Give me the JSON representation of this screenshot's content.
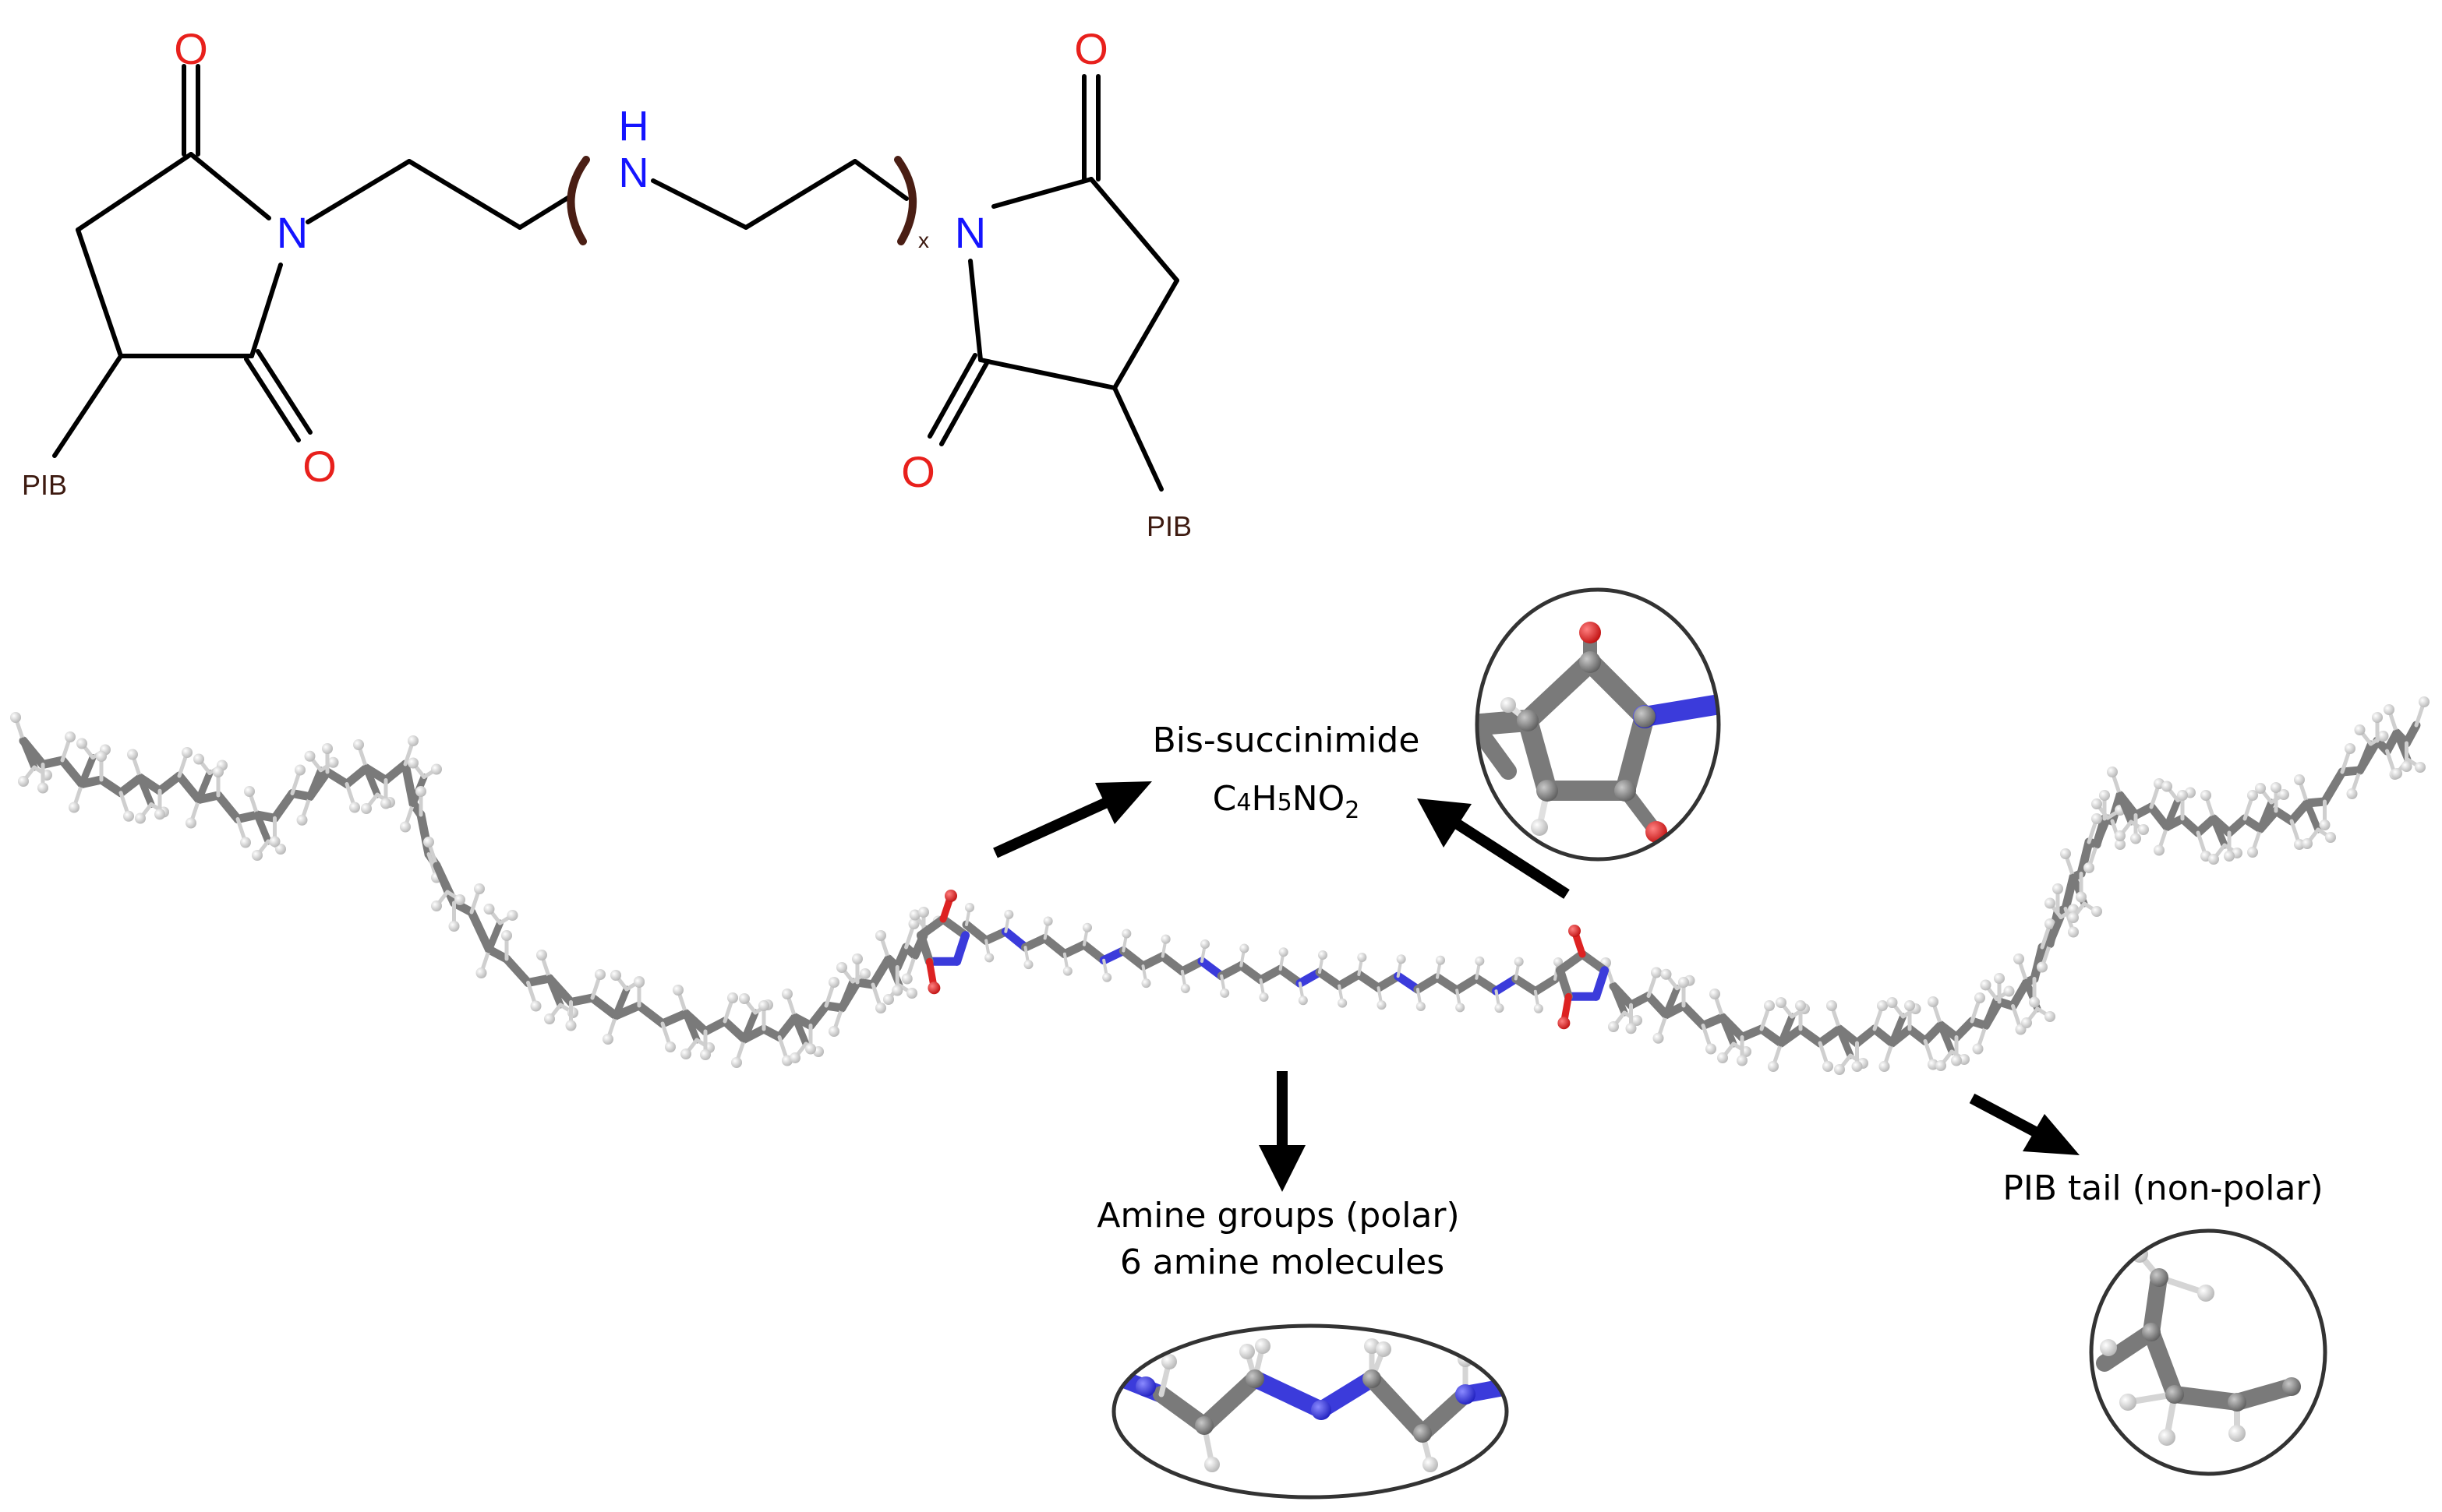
{
  "colors": {
    "oxygen": "#e8201c",
    "nitrogen": "#1414ff",
    "pib": "#3d1a10",
    "bracket": "#4a1e14",
    "bond_2d": "#000000",
    "carbon_3d": "#7a7a7a",
    "hydrogen_3d": "#e6e6e6",
    "nitrogen_3d": "#3b3bdb",
    "oxygen_3d": "#dd2222"
  },
  "structure": {
    "oxygen_symbol": "O",
    "nitrogen_symbol": "N",
    "nh_h": "H",
    "nh_n": "N",
    "repeat_subscript": "x",
    "pib_left": "PIB",
    "pib_right": "PIB"
  },
  "annotations": {
    "bis_title": "Bis-succinimide",
    "bis_formula": "C4H5NO2",
    "bis_formula_parts": {
      "c": "C",
      "c_n": "4",
      "h": "H",
      "h_n": "5",
      "no": "NO",
      "o_n": "2"
    },
    "amine_line1": "Amine groups (polar)",
    "amine_line2": "6 amine molecules",
    "pib_tail": "PIB tail (non-polar)"
  },
  "icons": {
    "bis_inset": "succinimide-ring-inset-icon",
    "amine_inset": "amine-chain-inset-icon",
    "pib_inset": "pib-chain-inset-icon"
  }
}
